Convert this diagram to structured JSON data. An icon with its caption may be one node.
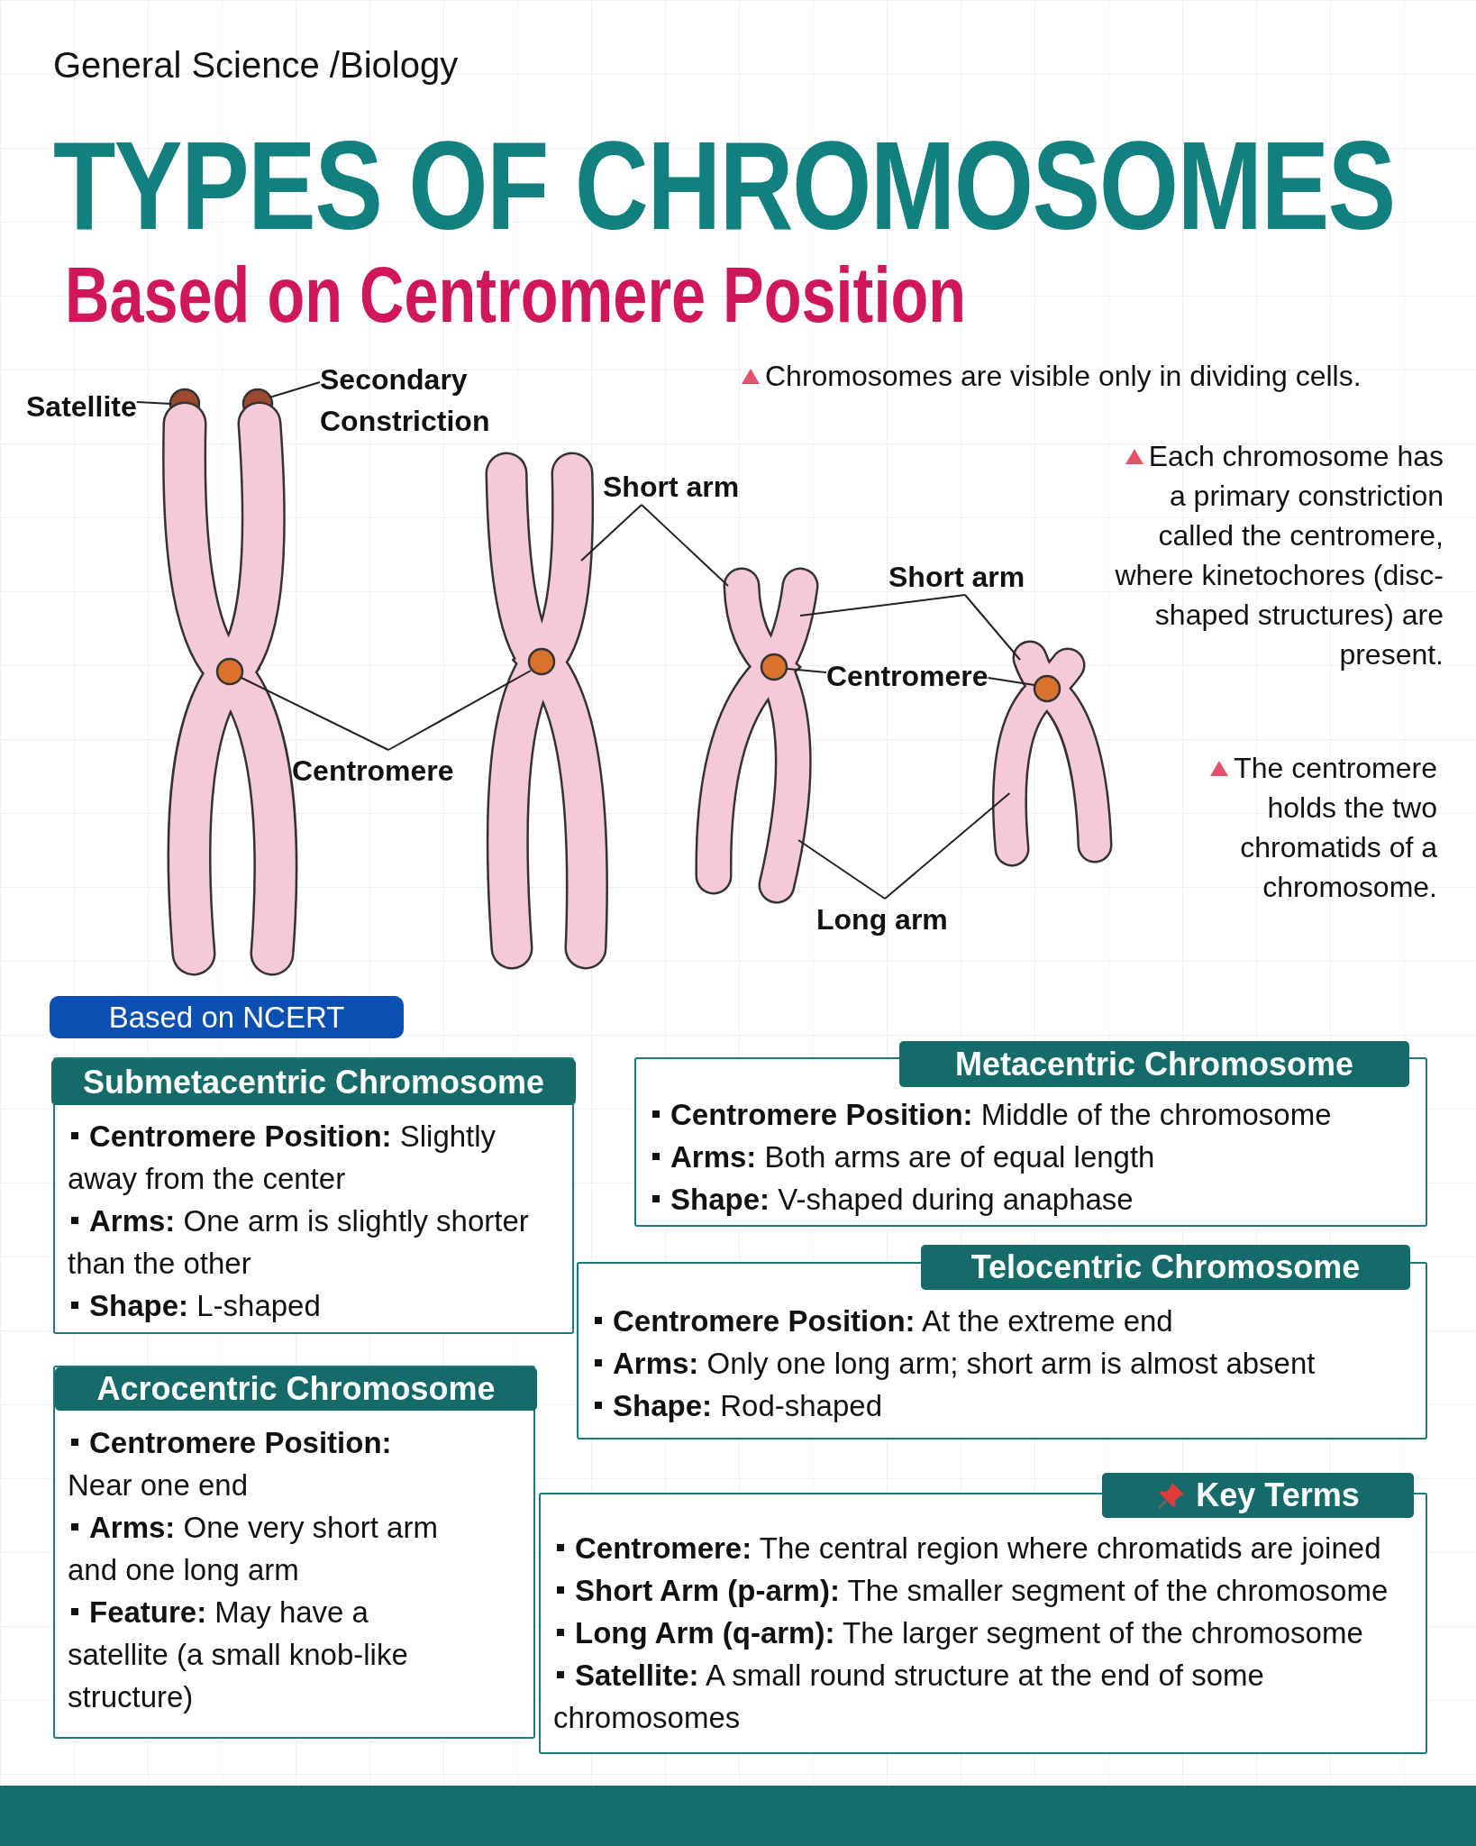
{
  "diagram": {
    "title": "TYPES OF CHROMOSOMES",
    "nodes": [
      {
        "text": [
          "Satellite"
        ]
      },
      {
        "text": [
          "Secondary Constriction"
        ]
      },
      {
        "text": [
          "Short arm"
        ]
      },
      {
        "text": [],
        "shape": "picture"
      },
      {
        "text": [],
        "shape": "picture"
      },
      {
        "text": [
          "Short arm"
        ]
      },
      {
        "text": [],
        "shape": "picture"
      },
      {
        "text": [
          "Centromere"
        ]
      },
      {
        "text": [],
        "shape": "picture"
      },
      {
        "text": [
          "Centromere"
        ]
      },
      {
        "text": [
          "Long arm"
        ]
      },
      {
        "text": [
          "Based on NCERT"
        ]
      },
      {
        "text": [
          "Submetacentric Chromosome",
          "**Centromere Position:** Slightly away from the center",
          "**Arms:** One arm is slightly shorter than the other",
          "**Shape:** L-shaped"
        ]
      },
      {
        "text": [
          "Metacentric Chromosome",
          "**Centromere Position:** Middle of the chromosome",
          "**Arms:** Both arms are of equal length",
          "**Shape:** V-shaped during anaphase"
        ]
      },
      {
        "text": [
          "Telocentric Chromosome",
          "**Centromere Position:** At the extreme end",
          "**Arms:** Only one long arm; short arm is almost absent",
          "**Shape:** Rod-shaped"
        ]
      },
      {
        "text": [
          "Acrocentric Chromosome",
          "**Centromere Position:** Near one end",
          "**Arms:** One very short arm and one long arm",
          "**Feature:** May have a satellite (a small knob-like structure)"
        ]
      },
      {
        "text": [
          "Key Terms",
          "**Centromere:** The central region where chromatids are joined",
          "**Short Arm (p-arm):** The smaller segment of the chromosome",
          "**Long Arm (q-arm):** The larger segment of the chromosome",
          "**Satellite:** A small round structure at the end of some chromosomes"
        ]
      }
    ],
    "edges": [
      {
        "from": 0,
        "to": 3,
        "arrow": "none"
      },
      {
        "from": 1,
        "to": 3,
        "arrow": "none"
      },
      {
        "from": 2,
        "to": 4,
        "arrow": "none"
      },
      {
        "from": 2,
        "to": 6,
        "arrow": "none"
      },
      {
        "from": 5,
        "to": 6,
        "arrow": "none"
      },
      {
        "from": 5,
        "to": 8,
        "arrow": "none"
      },
      {
        "from": 9,
        "to": 3,
        "arrow": "none"
      },
      {
        "from": 9,
        "to": 4,
        "arrow": "none"
      },
      {
        "from": 7,
        "to": 6,
        "arrow": "none"
      },
      {
        "from": 7,
        "to": 8,
        "arrow": "none"
      },
      {
        "from": 10,
        "to": 6,
        "arrow": "none"
      },
      {
        "from": 10,
        "to": 8,
        "arrow": "none"
      }
    ],
    "labels": [
      "General Science /Biology",
      "Based on Centromere Position",
      "Chromosomes are visible only in dividing cells.",
      "Each chromosome has a primary constriction called the centromere, where kinetochores (disc-shaped structures) are present.",
      "The centromere holds the two chromatids of a chromosome."
    ]
  }
}
